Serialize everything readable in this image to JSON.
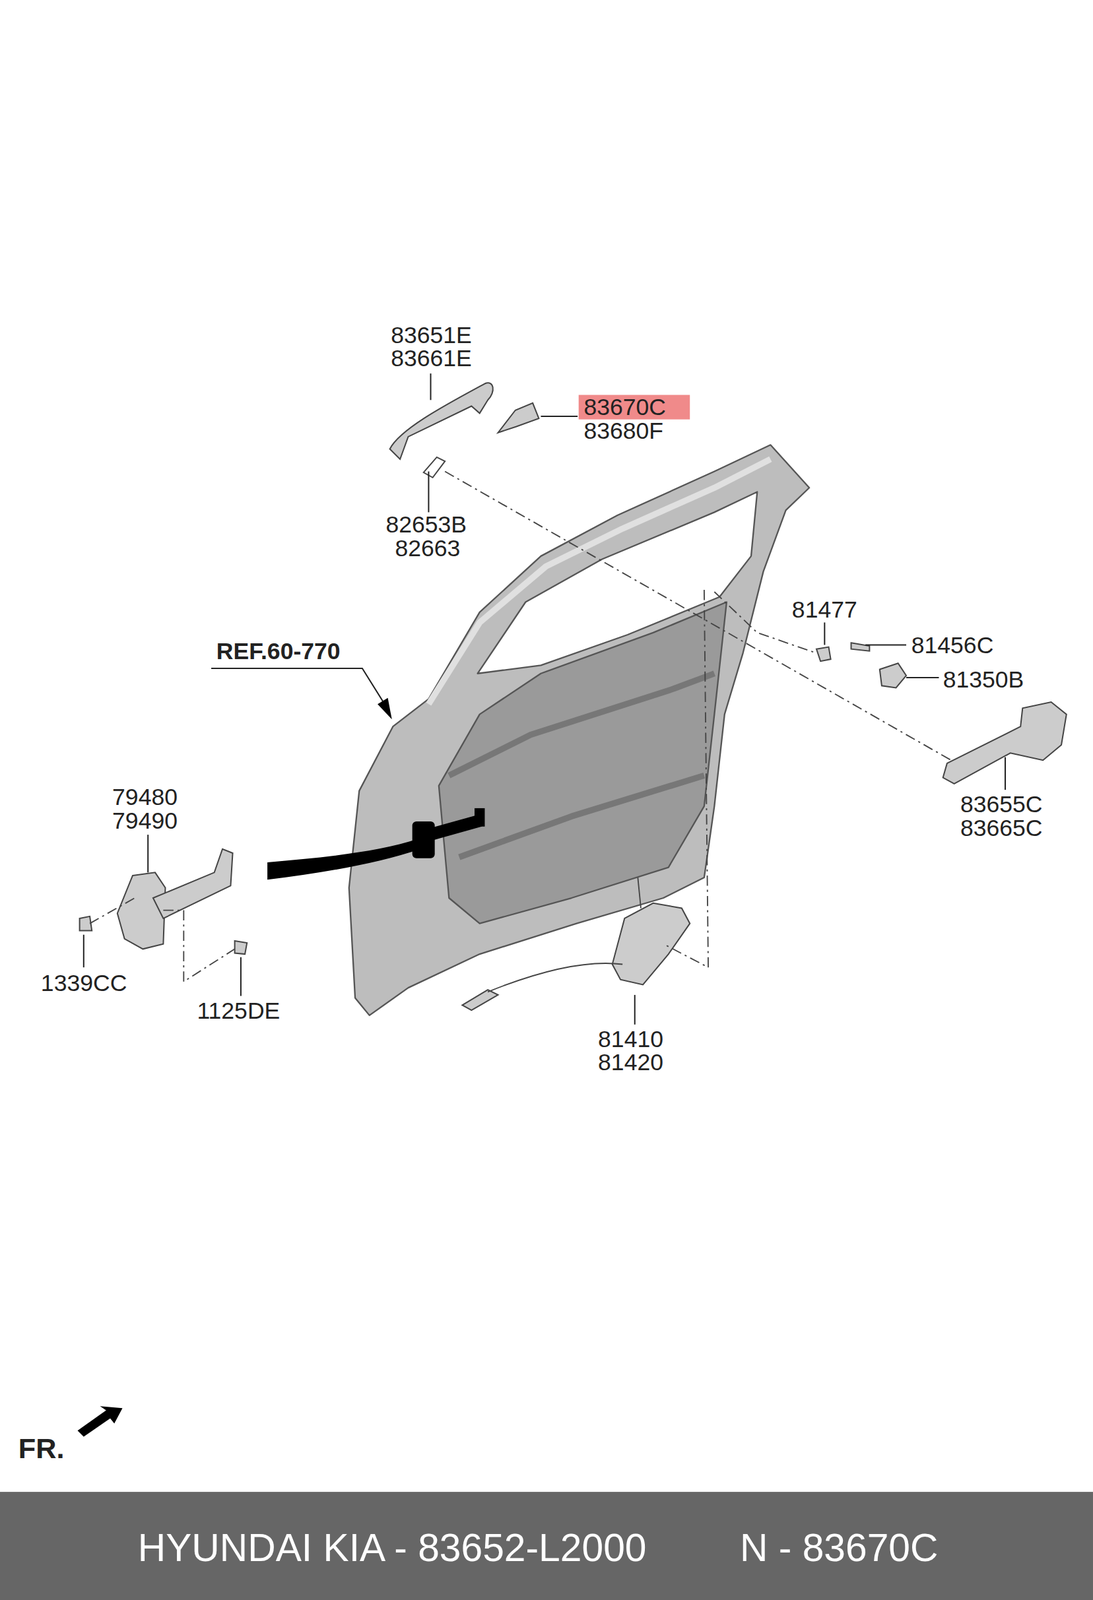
{
  "diagram": {
    "nodes": [
      {
        "text": [
          "83670C"
        ]
      }
    ],
    "labels": [
      "83651E",
      "83661E",
      "83680F",
      "82653B",
      "82663",
      "81477",
      "REF.60-770",
      "81456C",
      "81350B",
      "83655C",
      "83665C",
      "79480",
      "79490",
      "1339CC",
      "1125DE",
      "81410",
      "81420",
      "FR.",
      "HYUNDAI KIA - 83652-L2000",
      "N - 83670C"
    ]
  }
}
